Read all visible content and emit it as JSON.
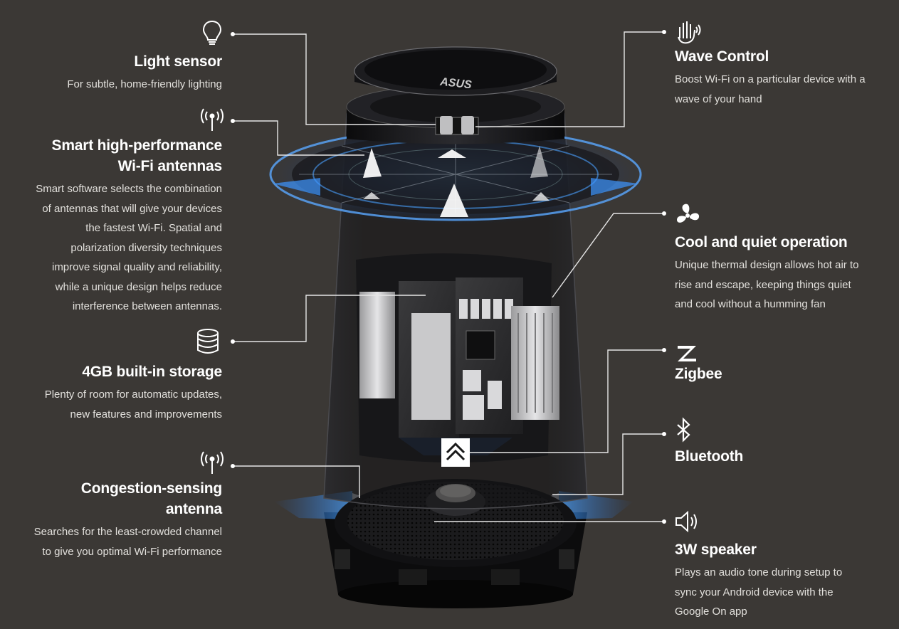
{
  "brand_mark": "ASUS",
  "features": {
    "light_sensor": {
      "title": "Light sensor",
      "description": "For subtle, home-friendly lighting",
      "icon": "lightbulb-icon"
    },
    "antennas": {
      "title_line1": "Smart high-performance",
      "title_line2": "Wi-Fi antennas",
      "description_lines": [
        "Smart software selects the combination",
        "of antennas that will give your devices",
        "the fastest Wi-Fi. Spatial and",
        "polarization diversity techniques",
        "improve signal quality and reliability,",
        "while a unique design helps reduce",
        "interference between antennas."
      ],
      "icon": "wifi-antenna-icon"
    },
    "storage": {
      "title": "4GB built-in storage",
      "description_lines": [
        "Plenty of room for automatic updates,",
        "new features and improvements"
      ],
      "icon": "database-icon"
    },
    "congestion": {
      "title_line1": "Congestion-sensing",
      "title_line2": "antenna",
      "description_lines": [
        "Searches for the least-crowded channel",
        "to give you optimal Wi-Fi performance"
      ],
      "icon": "wifi-antenna-icon"
    },
    "wave_control": {
      "title": "Wave Control",
      "description_lines": [
        "Boost Wi-Fi on a particular device with a",
        "wave of your hand"
      ],
      "icon": "hand-wave-icon"
    },
    "cooling": {
      "title": "Cool and quiet operation",
      "description_lines": [
        "Unique thermal design allows hot air to",
        "rise and escape, keeping things quiet",
        "and cool without a humming fan"
      ],
      "icon": "fan-icon"
    },
    "zigbee": {
      "title": "Zigbee",
      "icon": "zigbee-icon"
    },
    "bluetooth": {
      "title": "Bluetooth",
      "icon": "bluetooth-icon"
    },
    "speaker": {
      "title": "3W speaker",
      "description_lines": [
        "Plays an audio tone during setup to",
        "sync your Android device with the",
        "Google On app"
      ],
      "icon": "speaker-icon"
    }
  },
  "colors": {
    "background": "#3b3835",
    "text": "#ffffff",
    "subtext": "#e2e0dc",
    "line": "#e6e6e6",
    "glow": "#2f8cff"
  }
}
